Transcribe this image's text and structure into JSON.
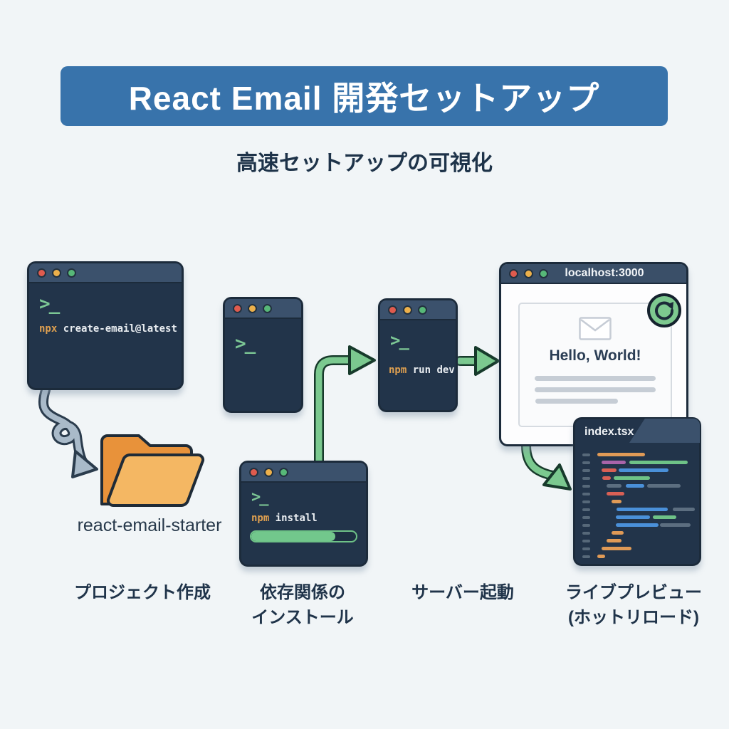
{
  "header": {
    "title": "React Email 開発セットアップ",
    "subtitle": "高速セットアップの可視化"
  },
  "terminals": {
    "create": {
      "prompt": ">_",
      "cmd_prefix": "npx",
      "cmd_rest": "create-email@latest"
    },
    "blank": {
      "prompt": ">_"
    },
    "install": {
      "prompt": ">_",
      "cmd_prefix": "npm",
      "cmd_rest": "install",
      "progress_percent": 80
    },
    "dev": {
      "prompt": ">_",
      "cmd_prefix": "npm",
      "cmd_rest": "run dev"
    }
  },
  "folder": {
    "label": "react-email-starter"
  },
  "browser": {
    "url": "localhost:3000",
    "heading": "Hello, World!"
  },
  "editor": {
    "filename": "index.tsx",
    "code_lines": [
      [
        {
          "c": "orange",
          "ml": 10,
          "w": 67
        }
      ],
      [
        {
          "c": "purple",
          "ml": 16,
          "w": 34
        },
        {
          "c": "green",
          "ml": 5,
          "w": 82
        }
      ],
      [
        {
          "c": "red",
          "ml": 16,
          "w": 21
        },
        {
          "c": "blue",
          "ml": 3,
          "w": 70
        }
      ],
      [
        {
          "c": "red",
          "ml": 17,
          "w": 12
        },
        {
          "c": "green",
          "ml": 4,
          "w": 51
        }
      ],
      [
        {
          "c": "grey",
          "ml": 23,
          "w": 21
        },
        {
          "c": "blue",
          "ml": 6,
          "w": 26
        },
        {
          "c": "grey",
          "ml": 4,
          "w": 47
        }
      ],
      [
        {
          "c": "red",
          "ml": 23,
          "w": 25
        }
      ],
      [
        {
          "c": "orange",
          "ml": 30,
          "w": 14
        }
      ],
      [
        {
          "c": "blue",
          "ml": 37,
          "w": 72
        },
        {
          "c": "grey",
          "ml": 7,
          "w": 31
        }
      ],
      [
        {
          "c": "blue",
          "ml": 36,
          "w": 48
        },
        {
          "c": "green",
          "ml": 4,
          "w": 33
        }
      ],
      [
        {
          "c": "blue",
          "ml": 36,
          "w": 60
        },
        {
          "c": "grey",
          "ml": 2,
          "w": 43
        }
      ],
      [
        {
          "c": "orange",
          "ml": 30,
          "w": 17
        }
      ],
      [
        {
          "c": "orange",
          "ml": 23,
          "w": 21
        }
      ],
      [
        {
          "c": "orange",
          "ml": 16,
          "w": 42
        }
      ],
      [
        {
          "c": "orange",
          "ml": 10,
          "w": 11
        }
      ]
    ]
  },
  "steps": [
    {
      "line1": "プロジェクト作成",
      "line2": ""
    },
    {
      "line1": "依存関係の",
      "line2": "インストール"
    },
    {
      "line1": "サーバー起動",
      "line2": ""
    },
    {
      "line1": "ライブプレビュー",
      "line2": "(ホットリロード)"
    }
  ],
  "icons": {
    "traffic_lights": [
      "close-red",
      "minimize-yellow",
      "zoom-green"
    ],
    "terminal_prompt": "chevron-underscore",
    "folder": "open-folder",
    "envelope": "email-envelope",
    "refresh": "hot-reload-refresh",
    "grey_arrow": "curved-loop-arrow",
    "green_arrows": "flow-arrows"
  },
  "colors": {
    "background": "#f1f5f7",
    "banner": "#3873ab",
    "terminal_body": "#22344a",
    "terminal_bar": "#3b516c",
    "dot_red": "#df5b4e",
    "dot_yellow": "#ecb04b",
    "dot_green": "#57b878",
    "prompt_green": "#7cc795",
    "command_orange": "#dfa050",
    "command_white": "#e9edf1",
    "arrow_green": "#7bc98f",
    "arrow_grey": "#a9bac9",
    "folder_back": "#e8923a",
    "folder_front": "#f4b763",
    "progress_green": "#72c78c",
    "code": {
      "orange": "#e09a56",
      "purple": "#a964a9",
      "green": "#6ec287",
      "red": "#d96055",
      "blue": "#4a90d9",
      "grey": "#5c6e80"
    }
  }
}
